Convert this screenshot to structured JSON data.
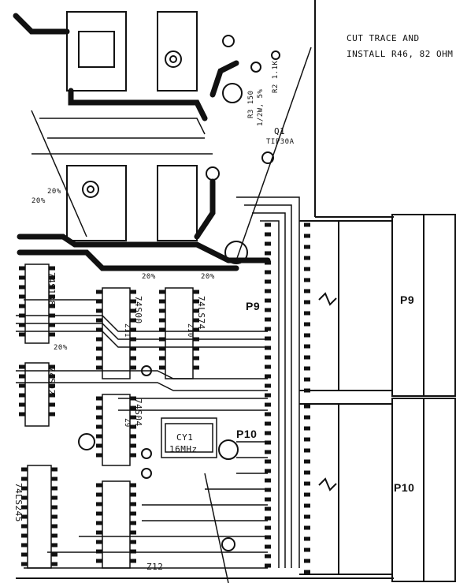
{
  "annotation": {
    "line1": "CUT TRACE AND",
    "line2": "INSTALL R46, 82 OHM"
  },
  "connectors": {
    "p9": "P9",
    "p10": "P10"
  },
  "board_labels": {
    "p9": "P9",
    "p10": "P10",
    "cy1": "CY1",
    "cy1_freq": "16MHz",
    "q1": "Q1",
    "q1_part": "TIP30A",
    "r3": "R3 150",
    "r3_watt": "1/2W, 5%",
    "r2": "R2 1.1K",
    "chip_74s138": "74S138",
    "chip_74s02": "74S02",
    "chip_74s00": "74S00",
    "chip_74ls74": "74LS74",
    "chip_74s04": "74S04",
    "chip_74ls245": "74LS245",
    "z12": "Z12",
    "z11": "Z11",
    "z10": "Z10",
    "z9": "Z9",
    "z11_pct": "20%",
    "z10_pct": "20%",
    "z8_pct": "20%",
    "z6_pct": "20%",
    "left_pct": "20%"
  },
  "colors": {
    "ink": "#111111",
    "paper": "#ffffff"
  }
}
